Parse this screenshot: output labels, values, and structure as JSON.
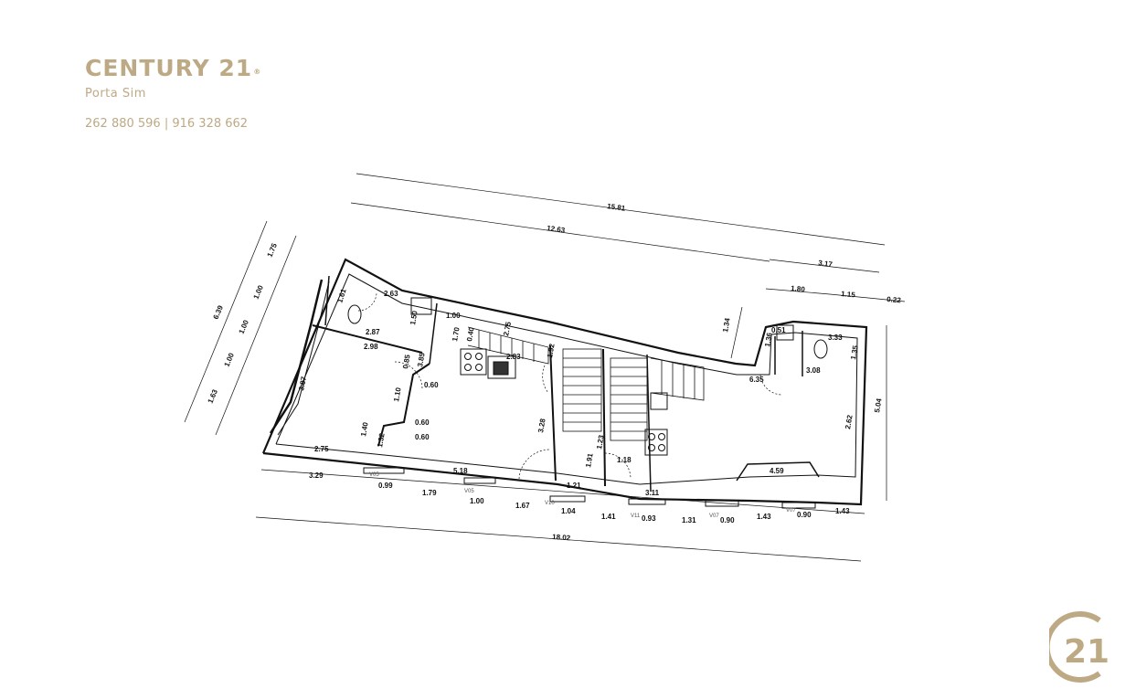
{
  "brand": {
    "name": "CENTURY 21",
    "reg": "®",
    "office": "Porta Sim",
    "phones": "262 880 596 | 916 328 662",
    "color": "#bea985"
  },
  "logo": {
    "text": "21",
    "color": "#bea985"
  },
  "plan": {
    "dimensions": [
      "15.81",
      "12.63",
      "3.17",
      "1.80",
      "1.15",
      "0.22",
      "6.39",
      "1.75",
      "1.00",
      "1.00",
      "1.00",
      "1.63",
      "1.61",
      "2.63",
      "1.50",
      "1.00",
      "2.87",
      "2.98",
      "0.85",
      "3.85",
      "0.60",
      "1.10",
      "0.60",
      "0.60",
      "3.87",
      "1.40",
      "1.32",
      "2.75",
      "1.70",
      "0.40",
      "2.75",
      "2.83",
      "1.92",
      "3.28",
      "1.21",
      "1.91",
      "1.18",
      "1.23",
      "3.11",
      "1.34",
      "6.35",
      "0.51",
      "1.36",
      "3.33",
      "3.08",
      "1.35",
      "2.62",
      "5.04",
      "4.59",
      "5.18",
      "3.29",
      "0.99",
      "1.79",
      "1.00",
      "1.67",
      "1.04",
      "1.41",
      "0.93",
      "1.31",
      "0.90",
      "1.43",
      "0.90",
      "1.43",
      "18.02"
    ],
    "window_tags": [
      "V05",
      "V05",
      "V11",
      "V07",
      "V07",
      "V10"
    ]
  }
}
